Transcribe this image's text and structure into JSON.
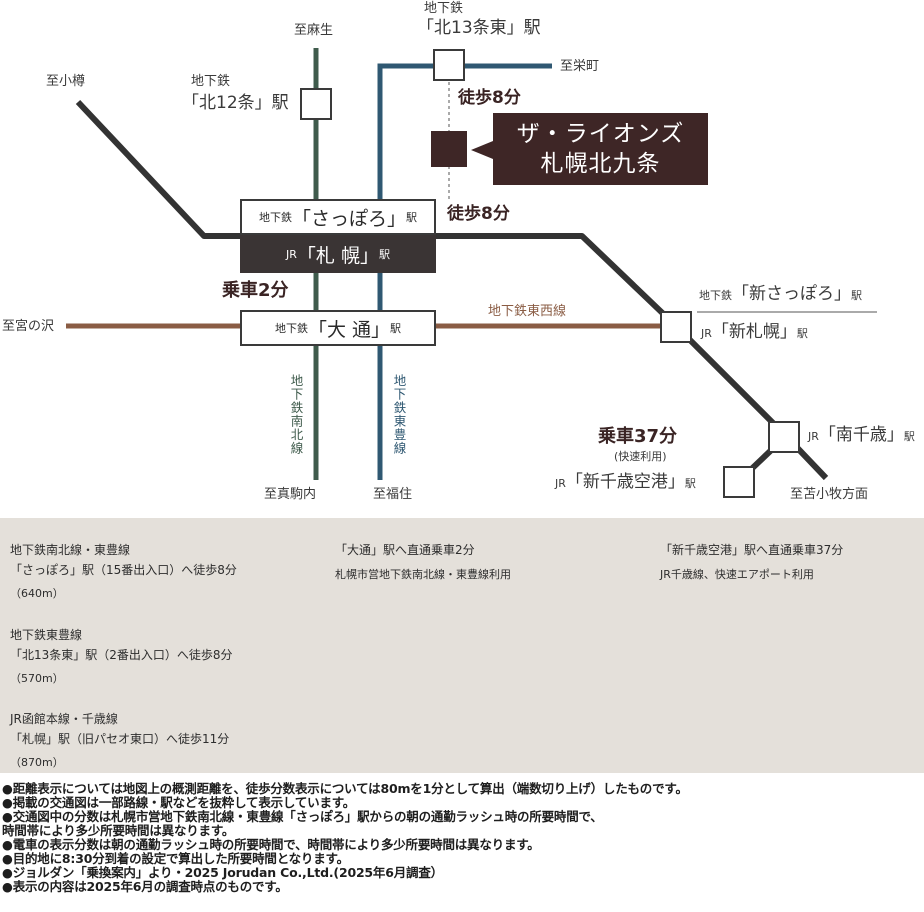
{
  "map": {
    "directions": {
      "asabu": "至麻生",
      "otaru": "至小樽",
      "sakaemachi": "至栄町",
      "miyanosawa": "至宮の沢",
      "makomanai": "至真駒内",
      "fukuzumi": "至福住",
      "tomakomai": "至苫小牧方面"
    },
    "stations": {
      "kita12": {
        "prefix": "地下鉄",
        "name": "「北12条」駅"
      },
      "kita13": {
        "prefix": "地下鉄",
        "name": "「北13条東」駅"
      },
      "sapporo_subway": {
        "prefix": "地下鉄",
        "name": "「さっぽろ」",
        "suffix": "駅"
      },
      "sapporo_jr": {
        "prefix": "JR",
        "name": "「札 幌」",
        "suffix": "駅"
      },
      "odori": {
        "prefix": "地下鉄",
        "name": "「大 通」",
        "suffix": "駅"
      },
      "shinsapporo_subway": {
        "prefix": "地下鉄",
        "name": "「新さっぽろ」",
        "suffix": "駅"
      },
      "shinsapporo_jr": {
        "prefix": "JR",
        "name": "「新札幌」",
        "suffix": "駅"
      },
      "minamichitose": {
        "prefix": "JR",
        "name": "「南千歳」",
        "suffix": "駅"
      },
      "shinchitose": {
        "prefix": "JR",
        "name": "「新千歳空港」",
        "suffix": "駅"
      }
    },
    "lines": {
      "tozai": "地下鉄東西線",
      "namboku": "地下鉄南北線",
      "toho": "地下鉄東豊線"
    },
    "times": {
      "walk_kita13": "徒歩8分",
      "walk_sapporo": "徒歩8分",
      "ride_odori": "乗車2分",
      "ride_airport": "乗車37分",
      "ride_airport_note": "(快速利用)"
    },
    "destination": {
      "line1": "ザ・ライオンズ",
      "line2": "札幌北九条"
    },
    "colors": {
      "namboku": "#3f5b4c",
      "toho": "#2f5872",
      "tozai": "#8a5c44",
      "jr": "#333333",
      "destination": "#3e2626"
    }
  },
  "access": {
    "col1": [
      {
        "line": "地下鉄南北線・東豊線",
        "detail": "「さっぽろ」駅（15番出入口）へ徒歩8分",
        "distance": "（640m）"
      },
      {
        "line": "地下鉄東豊線",
        "detail": "「北13条東」駅（2番出入口）へ徒歩8分",
        "distance": "（570m）"
      },
      {
        "line": "JR函館本線・千歳線",
        "detail": "「札幌」駅（旧パセオ東口）へ徒歩11分",
        "distance": "（870m）"
      }
    ],
    "col2": {
      "title": "「大通」駅へ直通乗車2分",
      "detail": "札幌市営地下鉄南北線・東豊線利用"
    },
    "col3": {
      "title": "「新千歳空港」駅へ直通乗車37分",
      "detail": "JR千歳線、快速エアポート利用"
    }
  },
  "notes": [
    "●距離表示については地図上の概測距離を、徒歩分数表示については80mを1分として算出（端数切り上げ）したものです。",
    "●掲載の交通図は一部路線・駅などを抜粋して表示しています。",
    "●交通図中の分数は札幌市営地下鉄南北線・東豊線「さっぽろ」駅からの朝の通勤ラッシュ時の所要時間で、",
    "時間帯により多少所要時間は異なります。",
    "●電車の表示分数は朝の通勤ラッシュ時の所要時間で、時間帯により多少所要時間は異なります。",
    "●目的地に8:30分到着の設定で算出した所要時間となります。",
    "●ジョルダン「乗換案内」より・2025 Jorudan Co.,Ltd.(2025年6月調査）",
    "●表示の内容は2025年6月の調査時点のものです。"
  ]
}
